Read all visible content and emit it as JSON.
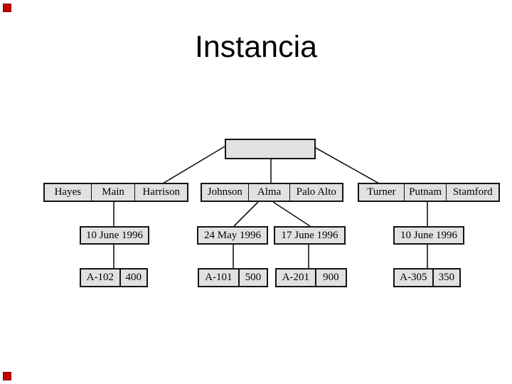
{
  "slide": {
    "title": "Instancia",
    "background_color": "#ffffff",
    "marker_color": "#c40000"
  },
  "diagram": {
    "type": "tree",
    "box_fill_color": "#e1e1e1",
    "line_color": "#141414",
    "root_box": {
      "label": ""
    },
    "customers": [
      {
        "cells": [
          "Hayes",
          "Main",
          "Harrison"
        ]
      },
      {
        "cells": [
          "Johnson",
          "Alma",
          "Palo Alto"
        ]
      },
      {
        "cells": [
          "Turner",
          "Putnam",
          "Stamford"
        ]
      }
    ],
    "dates": [
      "10 June 1996",
      "24 May 1996",
      "17 June 1996",
      "10 June 1996"
    ],
    "accounts": [
      {
        "number": "A-102",
        "balance": "400"
      },
      {
        "number": "A-101",
        "balance": "500"
      },
      {
        "number": "A-201",
        "balance": "900"
      },
      {
        "number": "A-305",
        "balance": "350"
      }
    ]
  }
}
